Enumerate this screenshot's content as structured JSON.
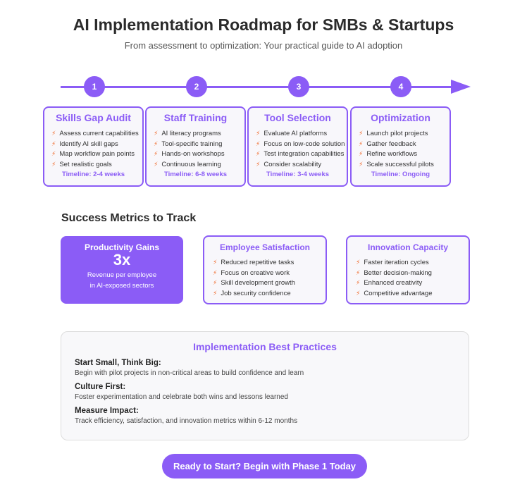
{
  "header": {
    "title": "AI Implementation Roadmap for SMBs & Startups",
    "subtitle": "From assessment to optimization: Your practical guide to AI adoption"
  },
  "colors": {
    "accent": "#8b5cf6",
    "bolt": "#f06a2a",
    "card_bg": "#f8f7fb"
  },
  "icons": {
    "bullet": "lightning-bolt-icon",
    "arrow": "arrow-right-icon"
  },
  "phases": [
    {
      "number": "1",
      "title": "Skills Gap Audit",
      "items": [
        "Assess current capabilities",
        "Identify AI skill gaps",
        "Map workflow pain points",
        "Set realistic goals"
      ],
      "timeline": "Timeline: 2-4 weeks"
    },
    {
      "number": "2",
      "title": "Staff Training",
      "items": [
        "AI literacy programs",
        "Tool-specific training",
        "Hands-on workshops",
        "Continuous learning"
      ],
      "timeline": "Timeline: 6-8 weeks"
    },
    {
      "number": "3",
      "title": "Tool Selection",
      "items": [
        "Evaluate AI platforms",
        "Focus on low-code solutions",
        "Test integration capabilities",
        "Consider scalability"
      ],
      "timeline": "Timeline: 3-4 weeks"
    },
    {
      "number": "4",
      "title": "Optimization",
      "items": [
        "Launch pilot projects",
        "Gather feedback",
        "Refine workflows",
        "Scale successful pilots"
      ],
      "timeline": "Timeline: Ongoing"
    }
  ],
  "metrics": {
    "heading": "Success Metrics to Track",
    "hero": {
      "label": "Productivity Gains",
      "value": "3x",
      "desc_line1": "Revenue per employee",
      "desc_line2": "in AI-exposed sectors"
    },
    "cards": [
      {
        "title": "Employee Satisfaction",
        "items": [
          "Reduced repetitive tasks",
          "Focus on creative work",
          "Skill development growth",
          "Job security confidence"
        ]
      },
      {
        "title": "Innovation Capacity",
        "items": [
          "Faster iteration cycles",
          "Better decision-making",
          "Enhanced creativity",
          "Competitive advantage"
        ]
      }
    ]
  },
  "best_practices": {
    "title": "Implementation Best Practices",
    "items": [
      {
        "heading": "Start Small, Think Big:",
        "text": "Begin with pilot projects in non-critical areas to build confidence and learn"
      },
      {
        "heading": "Culture First:",
        "text": "Foster experimentation and celebrate both wins and lessons learned"
      },
      {
        "heading": "Measure Impact:",
        "text": "Track efficiency, satisfaction, and innovation metrics within 6-12 months"
      }
    ]
  },
  "cta": {
    "label": "Ready to Start? Begin with Phase 1 Today"
  }
}
